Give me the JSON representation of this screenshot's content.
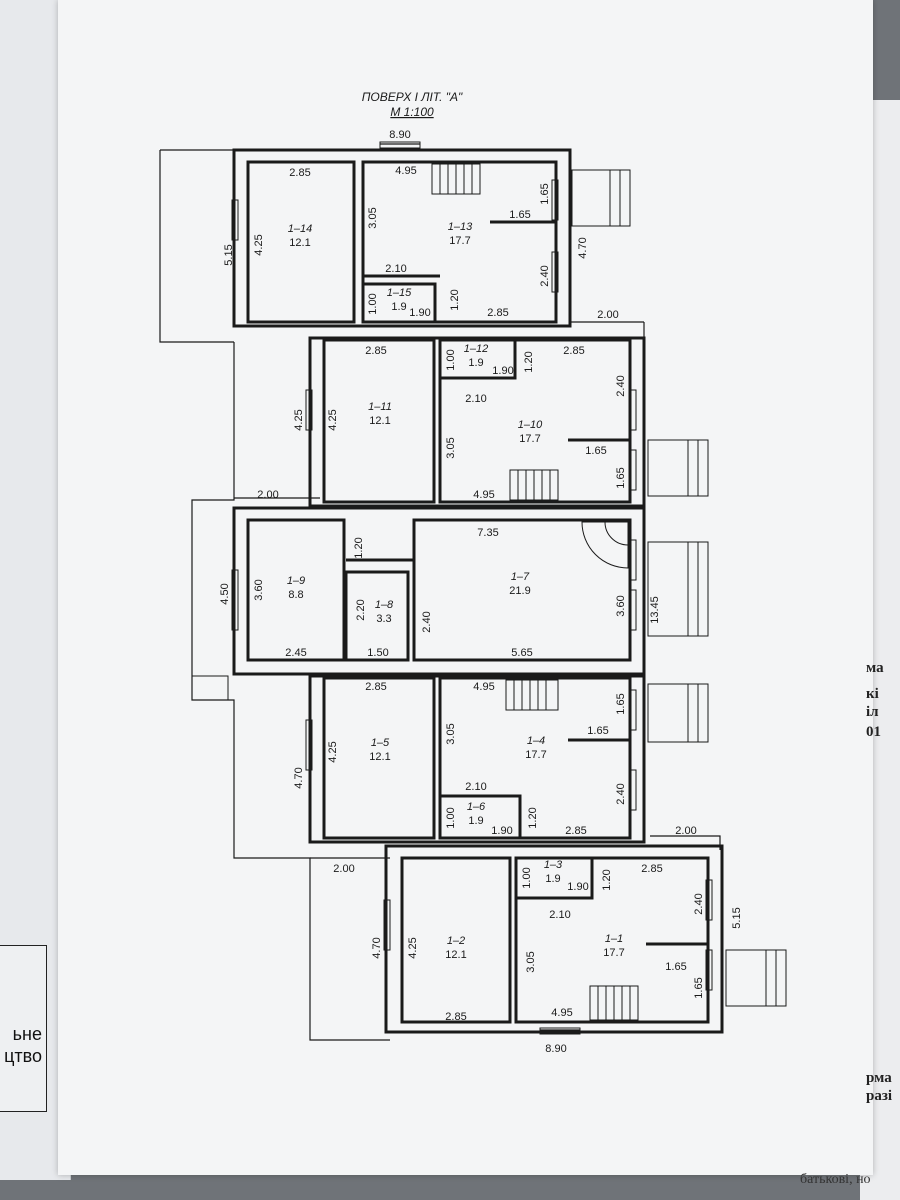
{
  "plan": {
    "title": "ПОВЕРХ І ЛІТ. \"А\"",
    "scale": "М 1:100"
  },
  "rooms": {
    "r1_14": {
      "id": "1–14",
      "area": "12.1"
    },
    "r1_13": {
      "id": "1–13",
      "area": "17.7"
    },
    "r1_15": {
      "id": "1–15",
      "area": "1.9"
    },
    "r1_11": {
      "id": "1–11",
      "area": "12.1"
    },
    "r1_12": {
      "id": "1–12",
      "area": "1.9"
    },
    "r1_10": {
      "id": "1–10",
      "area": "17.7"
    },
    "r1_9": {
      "id": "1–9",
      "area": "8.8"
    },
    "r1_8": {
      "id": "1–8",
      "area": "3.3"
    },
    "r1_7": {
      "id": "1–7",
      "area": "21.9"
    },
    "r1_5": {
      "id": "1–5",
      "area": "12.1"
    },
    "r1_6": {
      "id": "1–6",
      "area": "1.9"
    },
    "r1_4": {
      "id": "1–4",
      "area": "17.7"
    },
    "r1_3": {
      "id": "1–3",
      "area": "1.9"
    },
    "r1_2": {
      "id": "1–2",
      "area": "12.1"
    },
    "r1_1": {
      "id": "1–1",
      "area": "17.7"
    }
  },
  "dims": {
    "top_total": "8.90",
    "bottom_total": "8.90",
    "d_285": "2.85",
    "d_495": "4.95",
    "d_425": "4.25",
    "d_305": "3.05",
    "d_165": "1.65",
    "d_470": "4.70",
    "d_515": "5.15",
    "d_210": "2.10",
    "d_100": "1.00",
    "d_190": "1.90",
    "d_120": "1.20",
    "d_240": "2.40",
    "d_200": "2.00",
    "d_735": "7.35",
    "d_360": "3.60",
    "d_450": "4.50",
    "d_220": "2.20",
    "d_150": "1.50",
    "d_245": "2.45",
    "d_565": "5.65",
    "d_1345": "13.45"
  },
  "side_text": {
    "left_1": "ьне",
    "left_2": "цтво",
    "right_1": "ма",
    "right_2": "кі",
    "right_3": "іл",
    "right_4": "01",
    "right_5": "рма",
    "right_6": "разі",
    "bottom": "батькові, но"
  },
  "colors": {
    "ink": "#1a1a1a",
    "paper": "#f4f5f6"
  }
}
